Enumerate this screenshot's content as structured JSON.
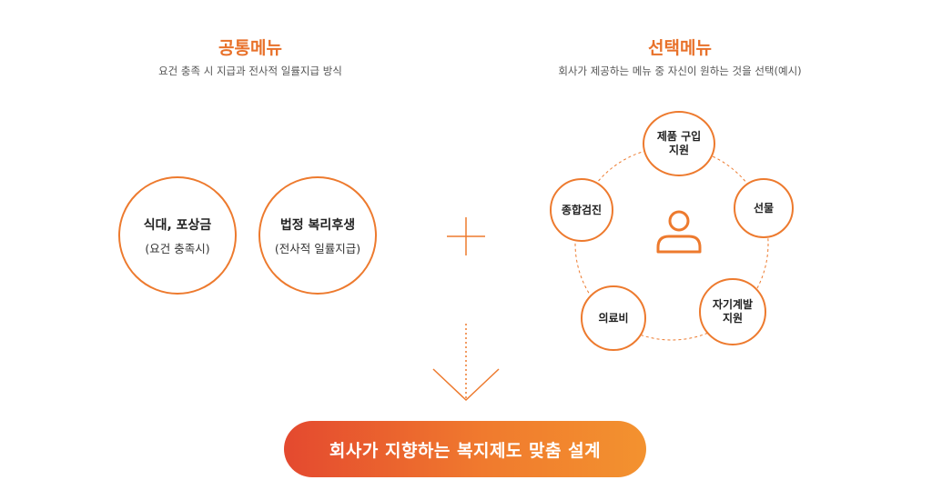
{
  "common": {
    "title": "공통메뉴",
    "subtitle": "요건 충족 시 지급과 전사적 일률지급 방식",
    "items": [
      {
        "title": "식대, 포상금",
        "sub": "(요건 충족시)"
      },
      {
        "title": "법정 복리후생",
        "sub": "(전사적 일률지급)"
      }
    ]
  },
  "selective": {
    "title": "선택메뉴",
    "subtitle": "회사가 제공하는 메뉴 중 자신이 원하는 것을 선택(예시)",
    "items": [
      {
        "label": "제품 구입\n지원"
      },
      {
        "label": "선물"
      },
      {
        "label": "자기계발\n지원"
      },
      {
        "label": "의료비"
      },
      {
        "label": "종합검진"
      }
    ]
  },
  "result": {
    "label": "회사가 지향하는 복지제도 맞춤 설계"
  },
  "colors": {
    "accent": "#ed7a2e",
    "gradient_start": "#e4492f",
    "gradient_end": "#f3922f"
  },
  "icons": {
    "center": "person-icon",
    "plus": "plus-icon",
    "arrow": "arrow-down-icon"
  }
}
